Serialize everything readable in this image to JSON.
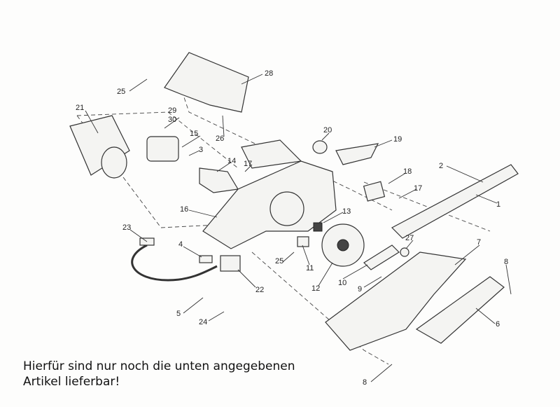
{
  "diagram": {
    "part_labels": {
      "l1": "1",
      "l2": "2",
      "l3": "3",
      "l4": "4",
      "l5": "5",
      "l6": "6",
      "l7": "7",
      "l8a": "8",
      "l8b": "8",
      "l9": "9",
      "l10": "10",
      "l11": "11",
      "l12": "12",
      "l13": "13",
      "l14": "14",
      "l15": "15",
      "l16": "16",
      "l17a": "17",
      "l17b": "17",
      "l18": "18",
      "l19": "19",
      "l20": "20",
      "l21": "21",
      "l22": "22",
      "l23": "23",
      "l24": "24",
      "l25a": "25",
      "l25b": "25",
      "l26": "26",
      "l27": "27",
      "l28": "28",
      "l29": "29",
      "l30": "30"
    }
  },
  "caption": {
    "line1": "Hierfür sind nur noch die unten angegebenen",
    "line2": "Artikel lieferbar!"
  }
}
